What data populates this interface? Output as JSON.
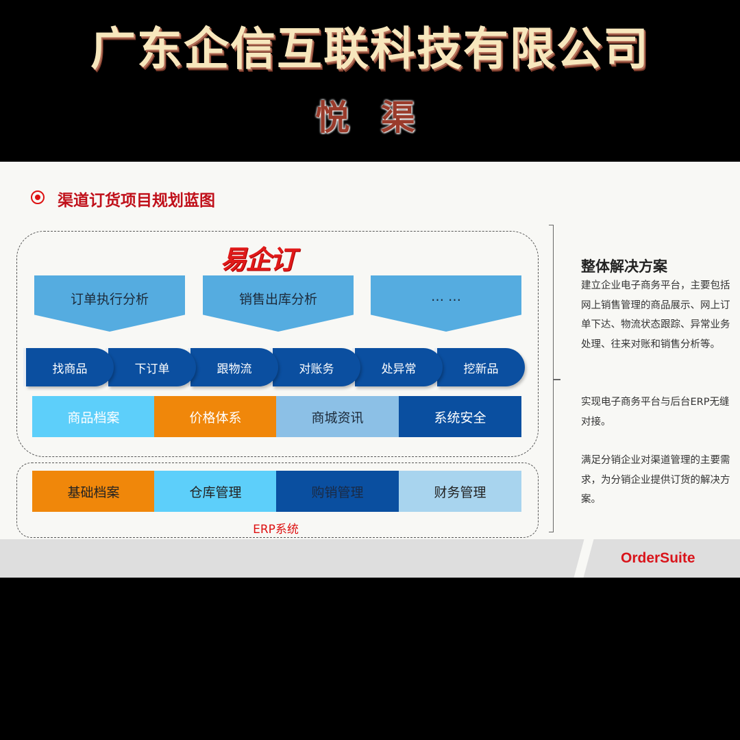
{
  "header": {
    "title": "广东企信互联科技有限公司",
    "subtitle": "悦 渠"
  },
  "slide": {
    "heading": "渠道订货项目规划蓝图",
    "logo": "易企订",
    "analysis": [
      "订单执行分析",
      "销售出库分析",
      "… …"
    ],
    "process": [
      "找商品",
      "下订单",
      "跟物流",
      "对账务",
      "处异常",
      "挖新品"
    ],
    "modules": [
      {
        "label": "商品档案",
        "color": "#5dcffa"
      },
      {
        "label": "价格体系",
        "color": "#f0870a"
      },
      {
        "label": "商城资讯",
        "color": "#8cc0e6"
      },
      {
        "label": "系统安全",
        "color": "#0a4fa0"
      }
    ],
    "erp_modules": [
      {
        "label": "基础档案",
        "color": "#f0870a"
      },
      {
        "label": "仓库管理",
        "color": "#5dcffa"
      },
      {
        "label": "购销管理",
        "color": "#0a4fa0"
      },
      {
        "label": "财务管理",
        "color": "#a8d4ee"
      }
    ],
    "erp_label": "ERP系统",
    "side": {
      "title": "整体解决方案",
      "paragraphs": [
        "建立企业电子商务平台，主要包括网上销售管理的商品展示、网上订单下达、物流状态跟踪、异常业务处理、往来对账和销售分析等。",
        "实现电子商务平台与后台ERP无缝对接。",
        "满足分销企业对渠道管理的主要需求，为分销企业提供订货的解决方案。"
      ]
    },
    "brand": "OrderSuite"
  }
}
